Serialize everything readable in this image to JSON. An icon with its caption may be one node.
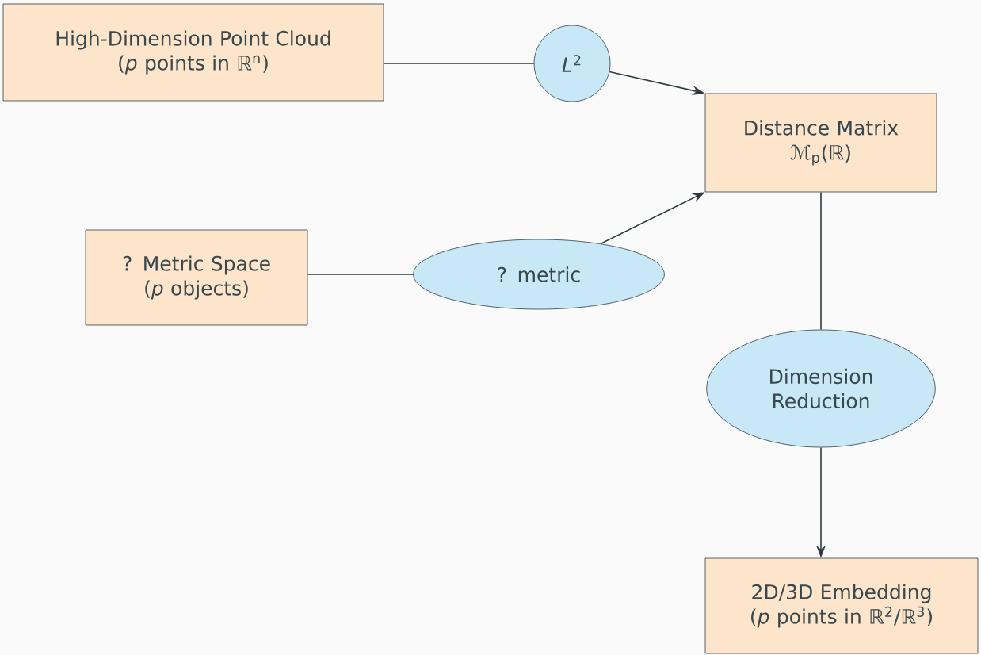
{
  "diagram": {
    "nodes": [
      {
        "text": [
          "High-Dimension Point Cloud",
          "(*p* points in ℝ$^{n}$)"
        ]
      },
      {
        "text": [
          "*L*$^{2}$"
        ]
      },
      {
        "text": [
          "Distance Matrix",
          "ℳ$_{p}$(ℝ)"
        ]
      },
      {
        "text": [
          "? Metric Space",
          "(*p* objects)"
        ]
      },
      {
        "text": [
          "? metric"
        ]
      },
      {
        "text": [
          "Dimension Reduction"
        ]
      },
      {
        "text": [
          "2D/3D Embedding",
          "(*p* points in ℝ$^{2}$/ℝ$^{3}$)"
        ]
      }
    ],
    "edges": [
      {
        "from": 0,
        "to": 1,
        "arrow": "none"
      },
      {
        "from": 1,
        "to": 2,
        "arrow": "to"
      },
      {
        "from": 3,
        "to": 4,
        "arrow": "none"
      },
      {
        "from": 4,
        "to": 2,
        "arrow": "to"
      },
      {
        "from": 2,
        "to": 5,
        "arrow": "none"
      },
      {
        "from": 5,
        "to": 6,
        "arrow": "to"
      }
    ]
  }
}
